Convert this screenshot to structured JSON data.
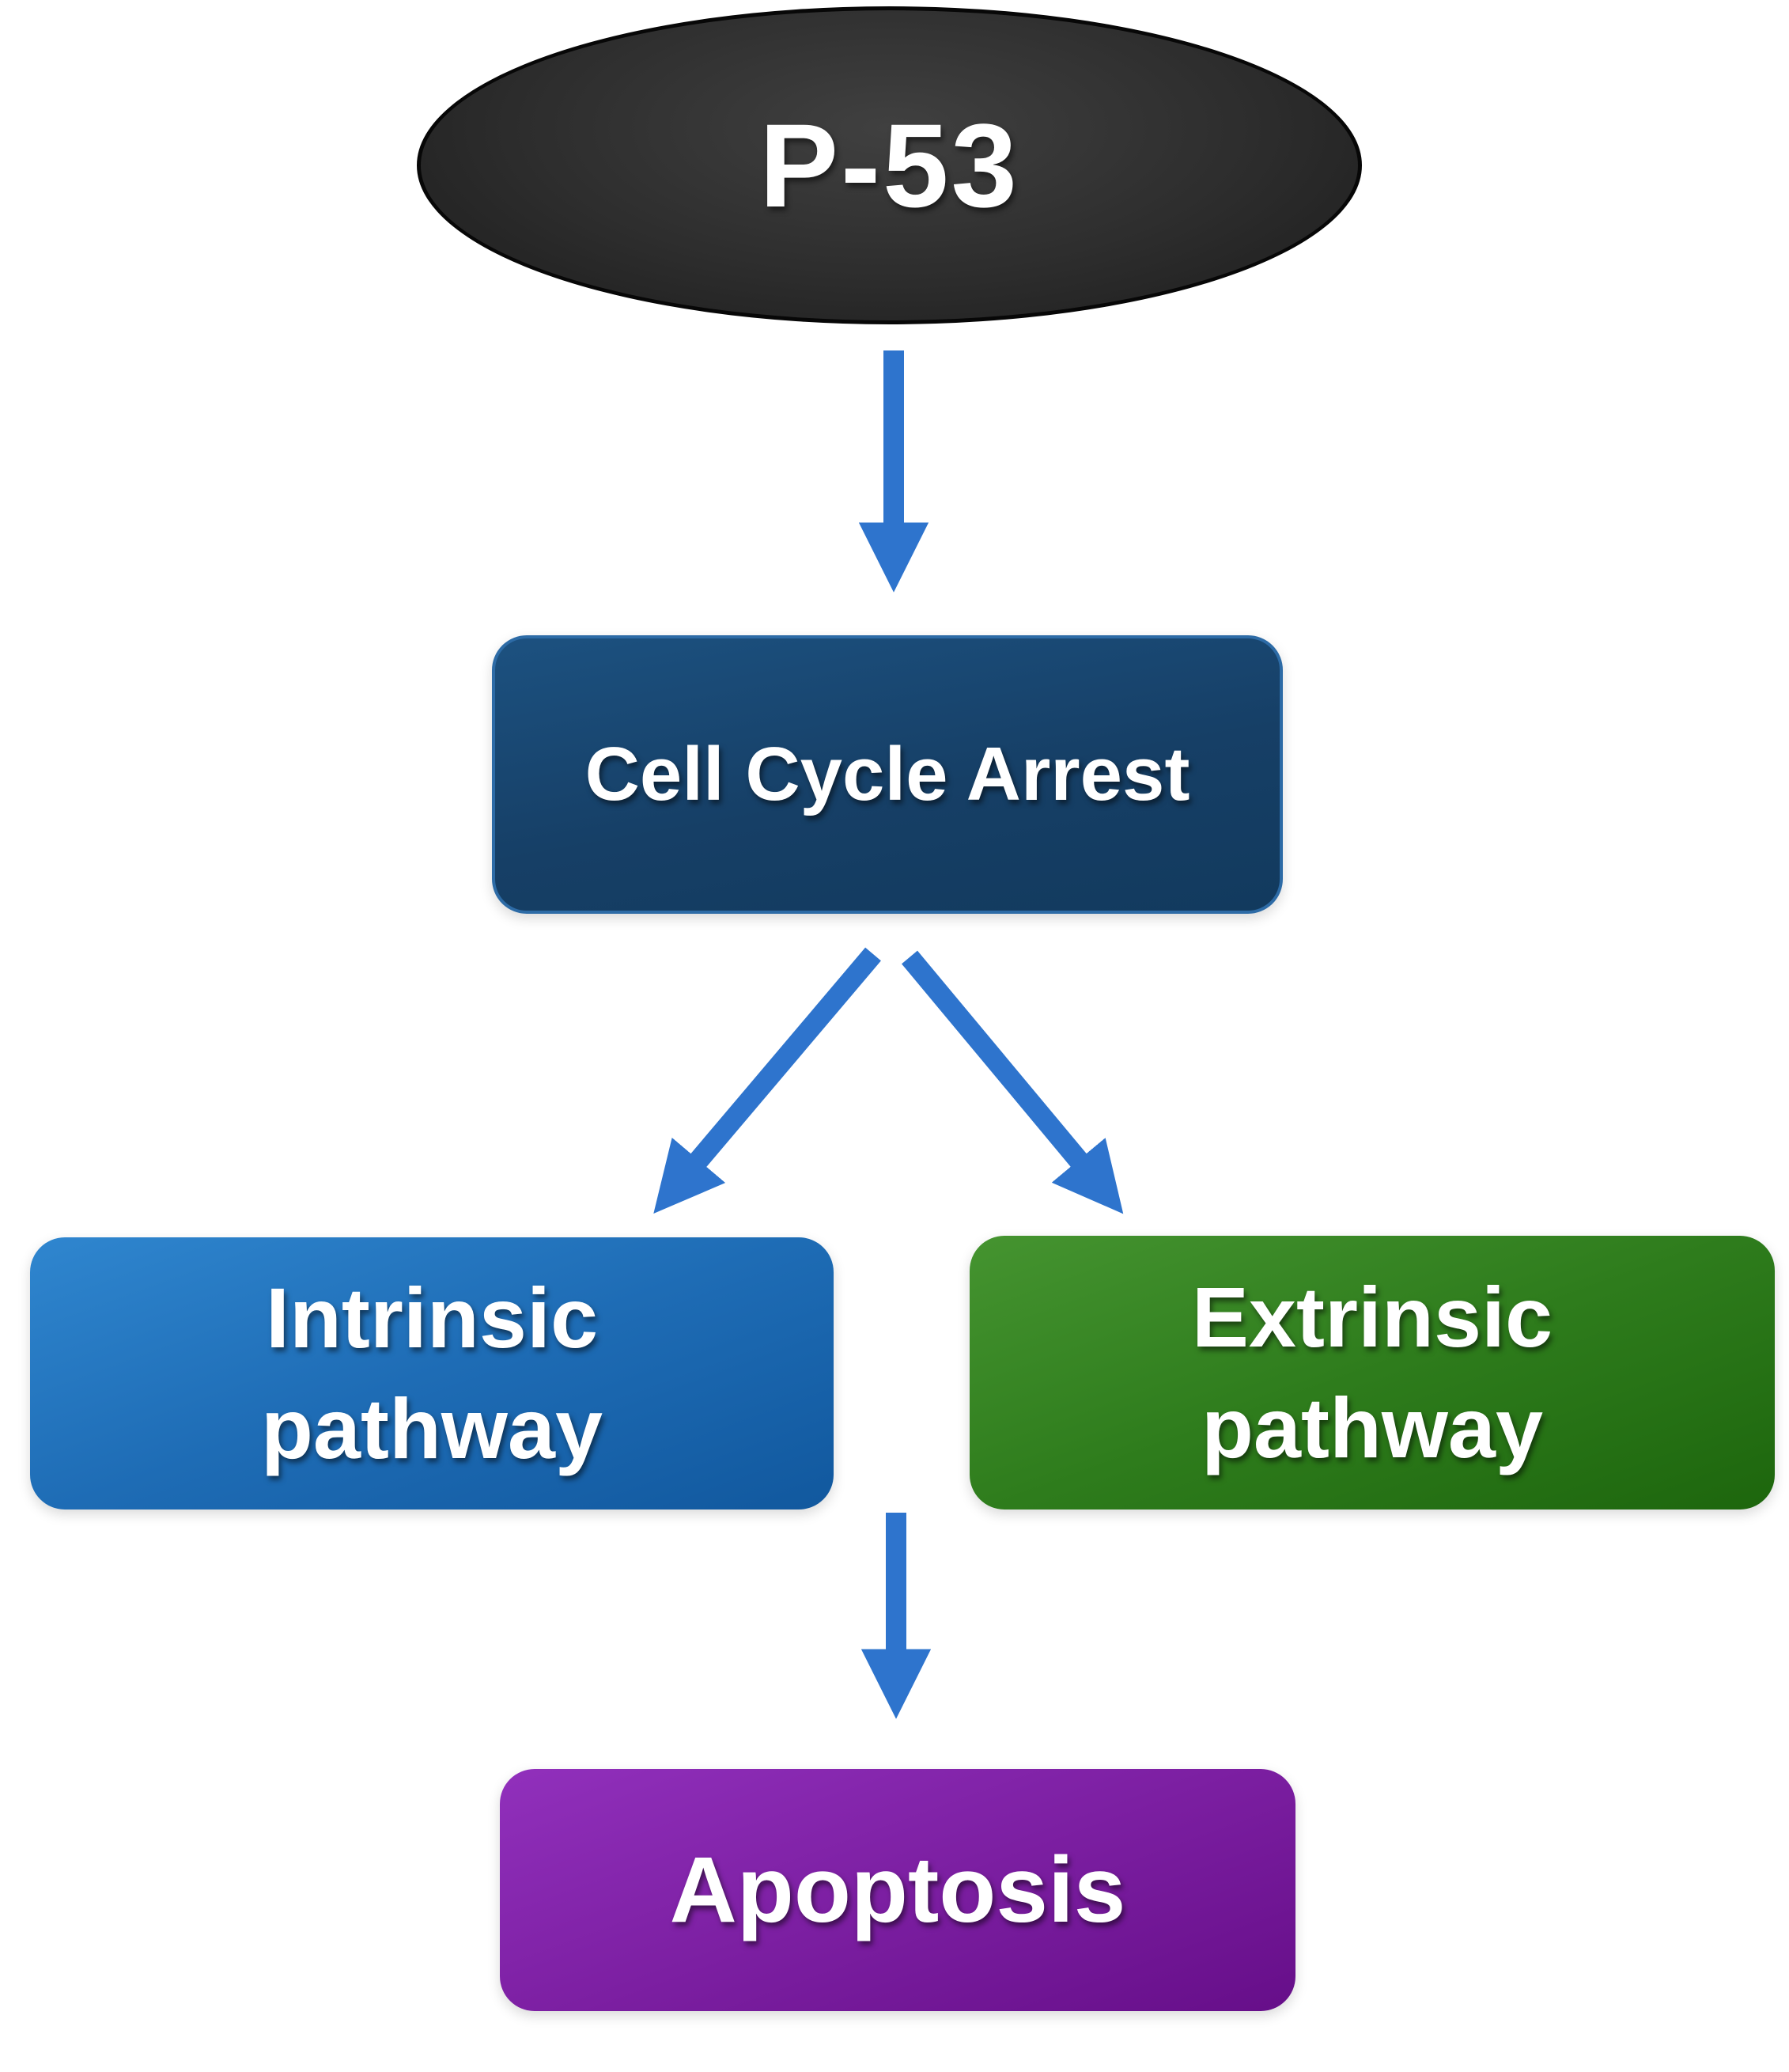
{
  "diagram": {
    "background_color": "#ffffff",
    "arrow_color": "#2e74cd",
    "text_color": "#ffffff",
    "nodes": {
      "p53": {
        "shape": "ellipse",
        "label": "P-53",
        "fill": "#2d2d2d",
        "border_color": "#070707"
      },
      "cell_cycle_arrest": {
        "shape": "rounded-rectangle",
        "label": "Cell Cycle Arrest",
        "fill": "#163f66",
        "border_color": "#2d6ba6"
      },
      "intrinsic_pathway": {
        "shape": "rounded-rectangle",
        "lines": [
          "Intrinsic",
          "pathway"
        ],
        "fill": "#1e6cb5"
      },
      "extrinsic_pathway": {
        "shape": "rounded-rectangle",
        "lines": [
          "Extrinsic",
          "pathway"
        ],
        "fill": "#2e7c1c"
      },
      "apoptosis": {
        "shape": "rounded-rectangle",
        "label": "Apoptosis",
        "fill": "#7c1fa2"
      }
    },
    "arrows": [
      {
        "from": "p53",
        "to": "cell_cycle_arrest",
        "direction": "down"
      },
      {
        "from": "cell_cycle_arrest",
        "to": "intrinsic_pathway",
        "direction": "down-left"
      },
      {
        "from": "cell_cycle_arrest",
        "to": "extrinsic_pathway",
        "direction": "down-right"
      },
      {
        "from": "pathways",
        "to": "apoptosis",
        "direction": "down"
      }
    ]
  }
}
